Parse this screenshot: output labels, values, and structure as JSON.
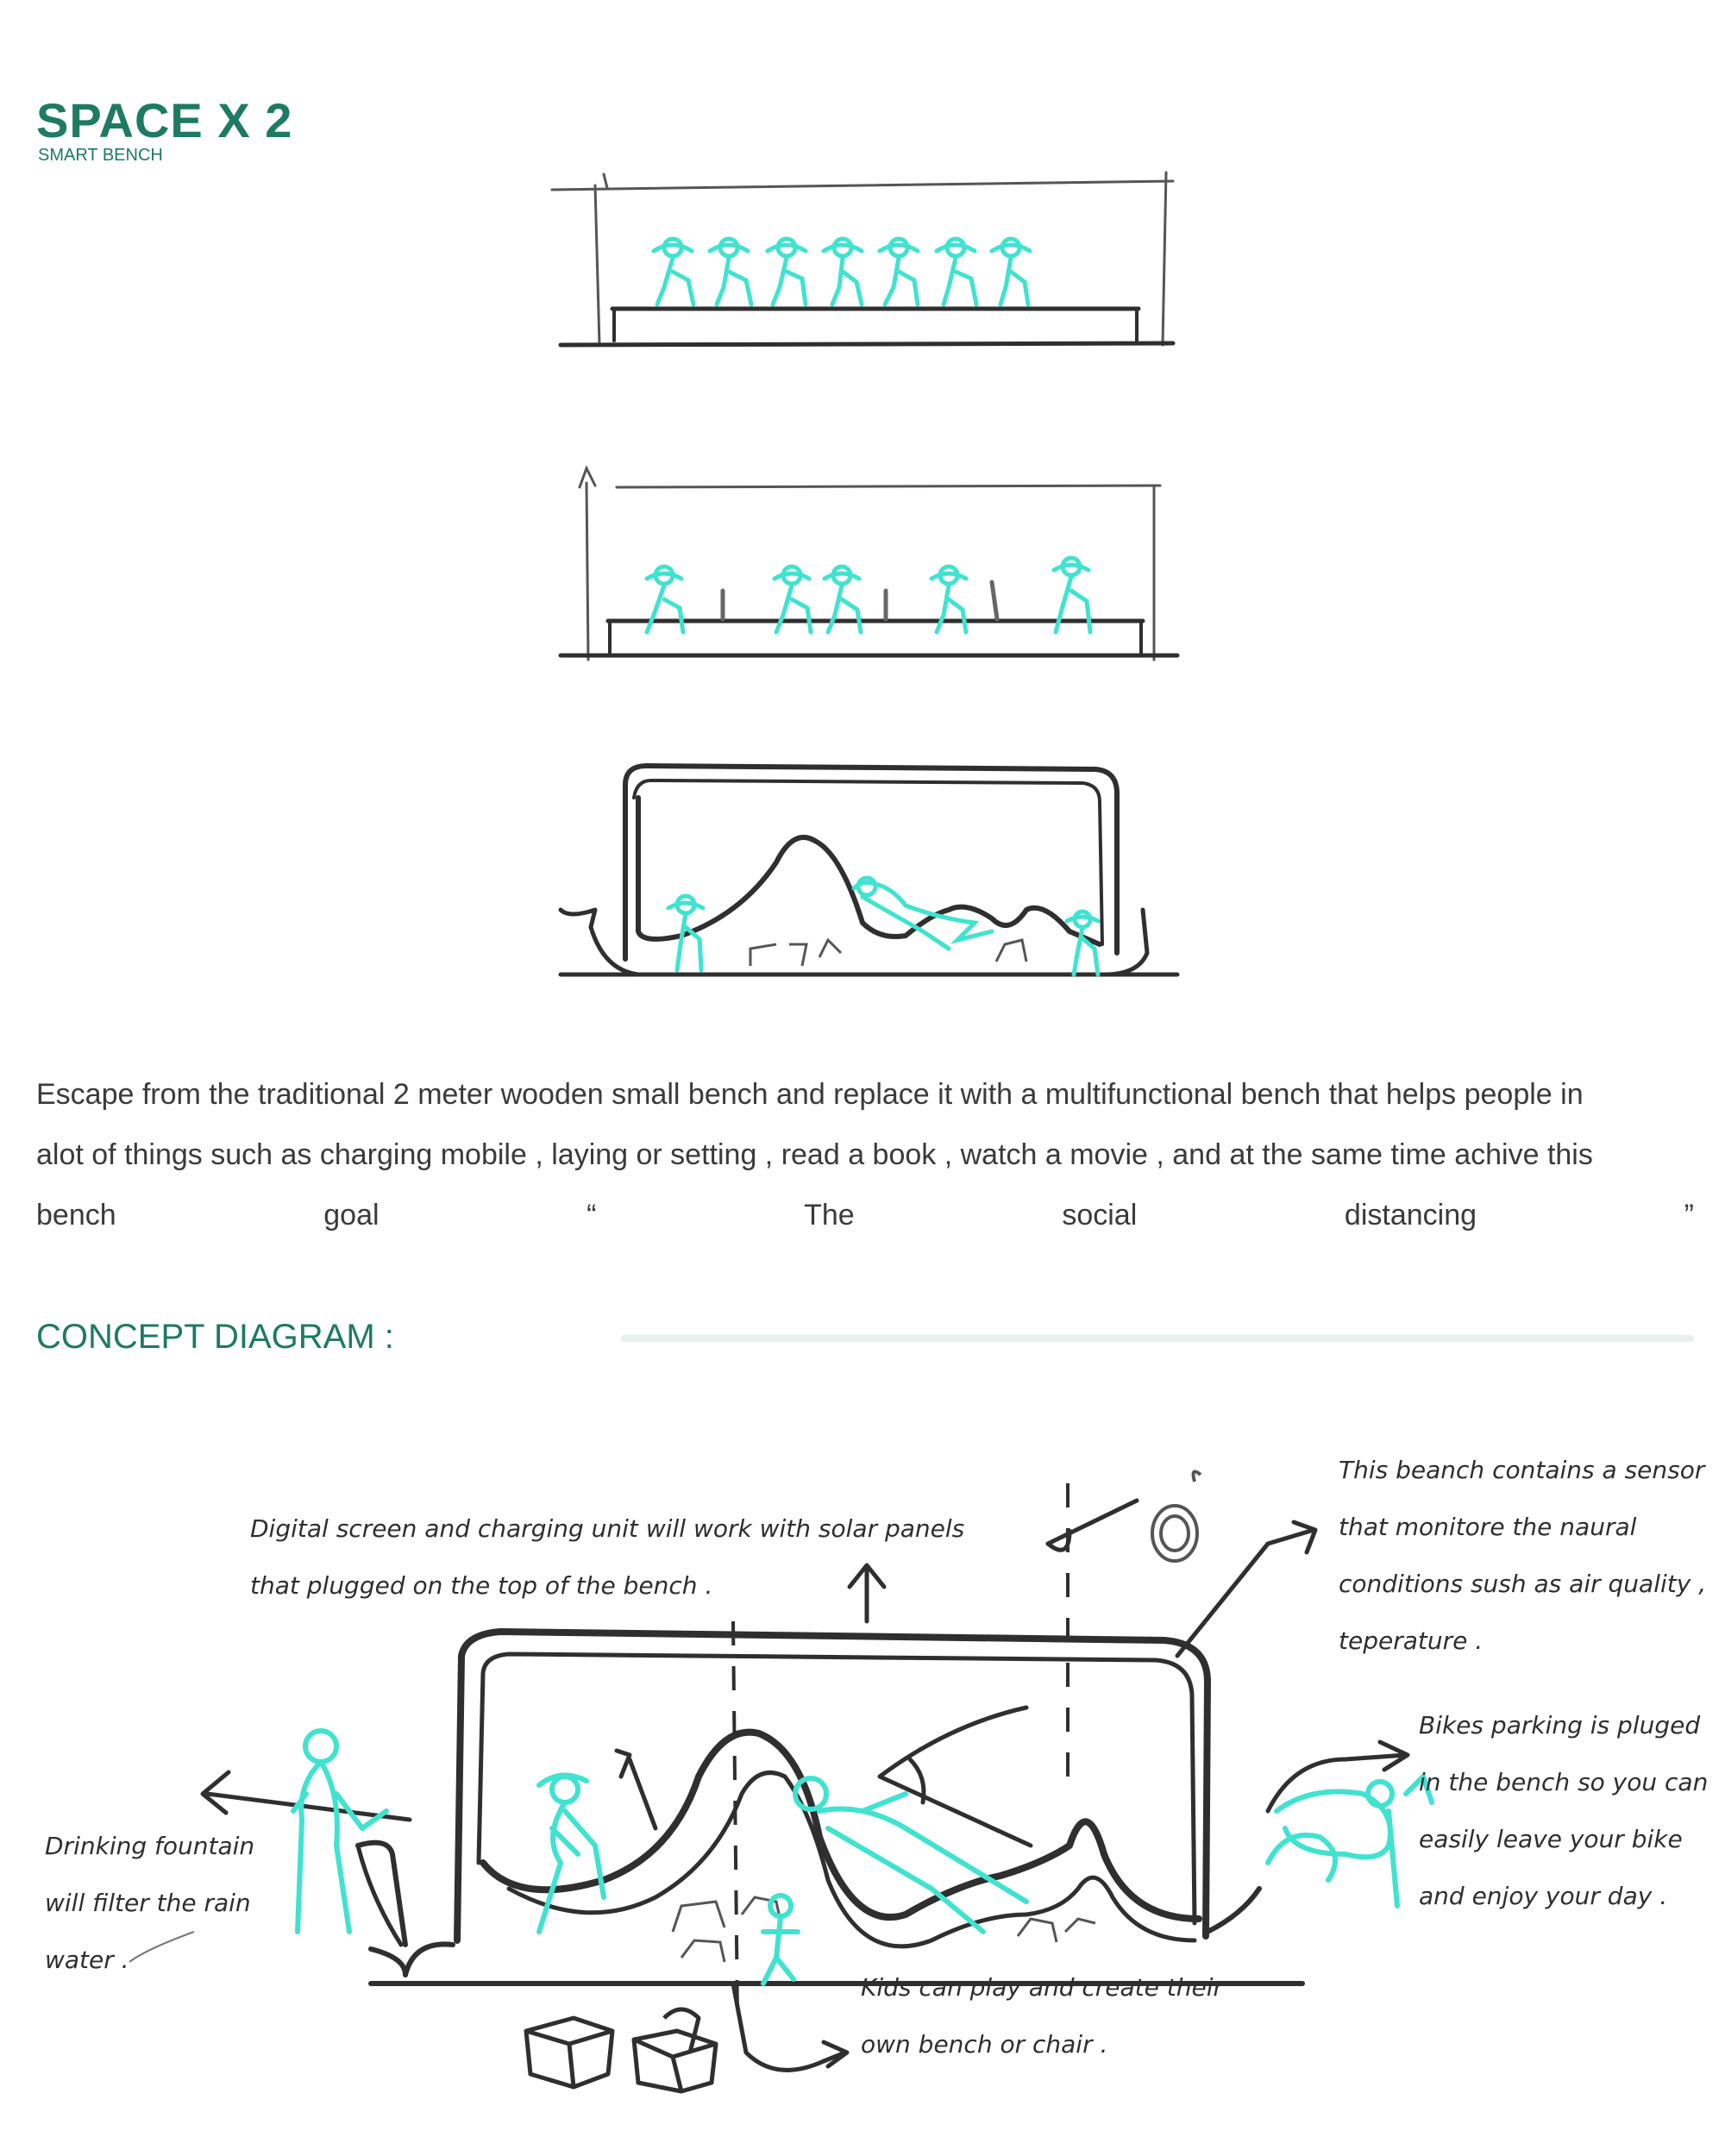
{
  "header": {
    "title": "SPACE X 2",
    "subtitle": "SMART BENCH"
  },
  "description": {
    "line1": "Escape from the traditional 2 meter wooden small bench and replace it with a multifunctional bench that helps people in",
    "line2": "alot of things such as charging mobile , laying or setting , read a book , watch a movie , and at the same time achive this",
    "line3_words": [
      "bench",
      "goal",
      "“",
      "The",
      "social",
      "distancing",
      "”"
    ]
  },
  "concept": {
    "section_title": "CONCEPT DIAGRAM   :",
    "annotations": {
      "solar": [
        "Digital screen and charging unit will work with solar panels",
        "that plugged on the top of the bench ."
      ],
      "sensor": [
        "This beanch contains a sensor",
        "that monitore the naural",
        "conditions sush as air quality ,",
        "teperature ."
      ],
      "bikes": [
        "Bikes parking is pluged",
        "in the bench so you can",
        "easily leave your bike",
        "and enjoy your day ."
      ],
      "fountain": [
        "Drinking fountain",
        "will filter the rain",
        "water ."
      ],
      "kids": [
        "Kids can play and create their",
        "own bench or chair ."
      ]
    }
  },
  "colors": {
    "accent": "#1d7a63",
    "figure": "#3fe3d0",
    "ink": "#2f2f2f"
  }
}
